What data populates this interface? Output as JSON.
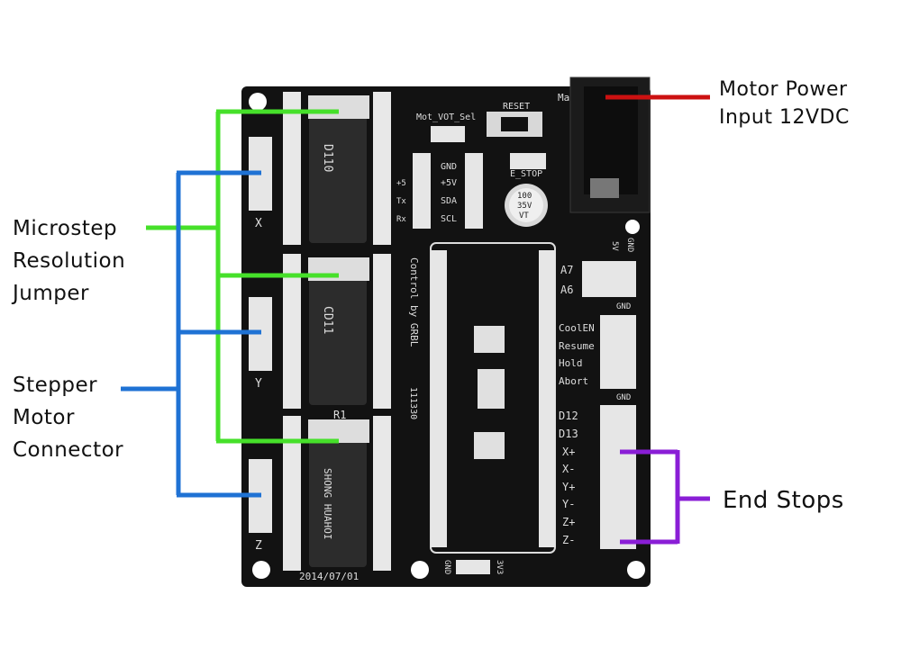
{
  "callouts": {
    "microstep": "Microstep\nResolution\nJumper",
    "stepper": "Stepper\nMotor\nConnector",
    "motor_power": "Motor Power\nInput 12VDC",
    "end_stops": "End Stops"
  },
  "board": {
    "axis_x": "X",
    "axis_y": "Y",
    "axis_z": "Z",
    "ma": "Ma",
    "mot_vot_sel": "Mot_VOT_Sel",
    "reset": "RESET",
    "e_stop": "E_STOP",
    "gnd": "GND",
    "plus5": "+5",
    "tx": "Tx",
    "rx": "Rx",
    "plus5v": "+5V",
    "sda": "SDA",
    "scl": "SCL",
    "cap_top": "100",
    "cap_mid": "35V",
    "cap_bot": "VT",
    "control_by": "Control by GRBL",
    "serial": "111330",
    "r1": "R1",
    "date": "2014/07/01",
    "inductor_a": "D110",
    "inductor_b": "CD11",
    "inductor_c": "SHONG HUAHOI",
    "v5": "5V",
    "a7": "A7",
    "a6": "A6",
    "coolen": "CoolEN",
    "resume": "Resume",
    "hold": "Hold",
    "abort": "Abort",
    "d12": "D12",
    "d13": "D13",
    "xp": "X+",
    "xm": "X-",
    "yp": "Y+",
    "ym": "Y-",
    "zp": "Z+",
    "zm": "Z-",
    "v3": "3V3"
  },
  "colors": {
    "microstep_line": "#46e02a",
    "stepper_line": "#1f72d4",
    "power_line": "#cc1111",
    "endstop_line": "#8a1ed6",
    "pcb": "#121212"
  }
}
